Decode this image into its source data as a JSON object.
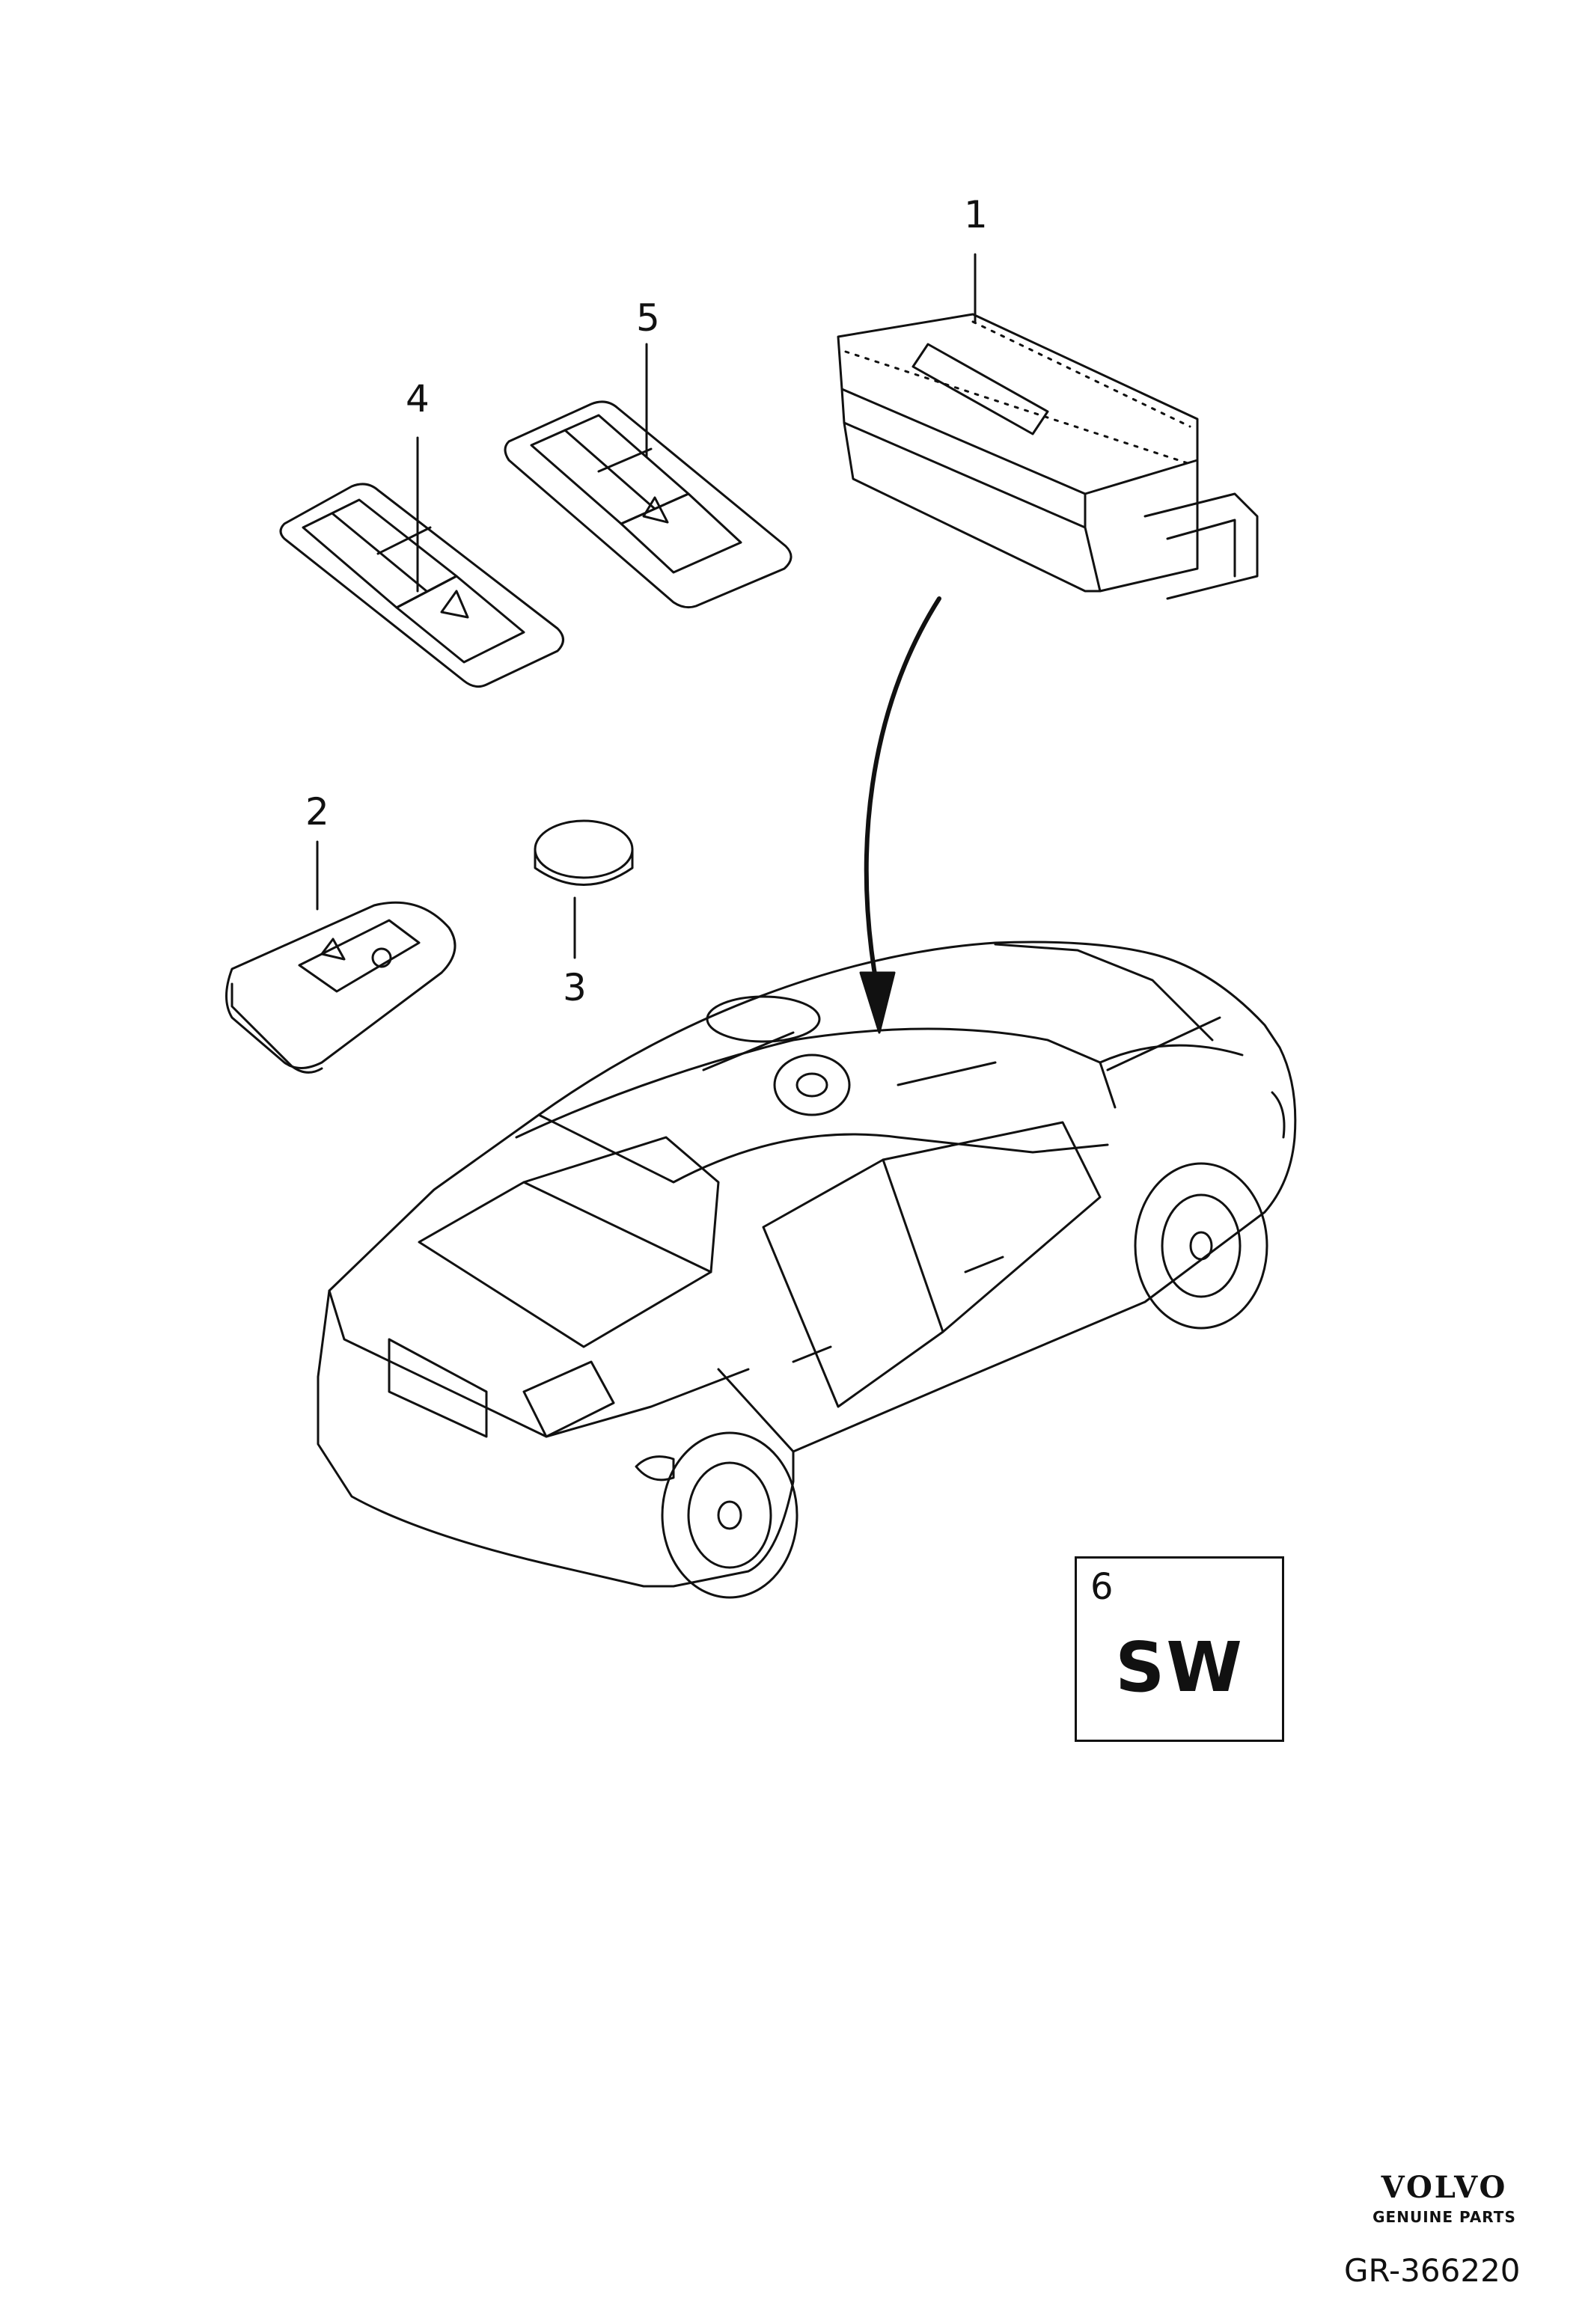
{
  "callouts": {
    "c1": "1",
    "c2": "2",
    "c3": "3",
    "c4": "4",
    "c5": "5"
  },
  "sw_box": {
    "number": "6",
    "label": "SW"
  },
  "brand": {
    "logo": "VOLVO",
    "subtitle": "GENUINE PARTS"
  },
  "reference": "GR-366220"
}
